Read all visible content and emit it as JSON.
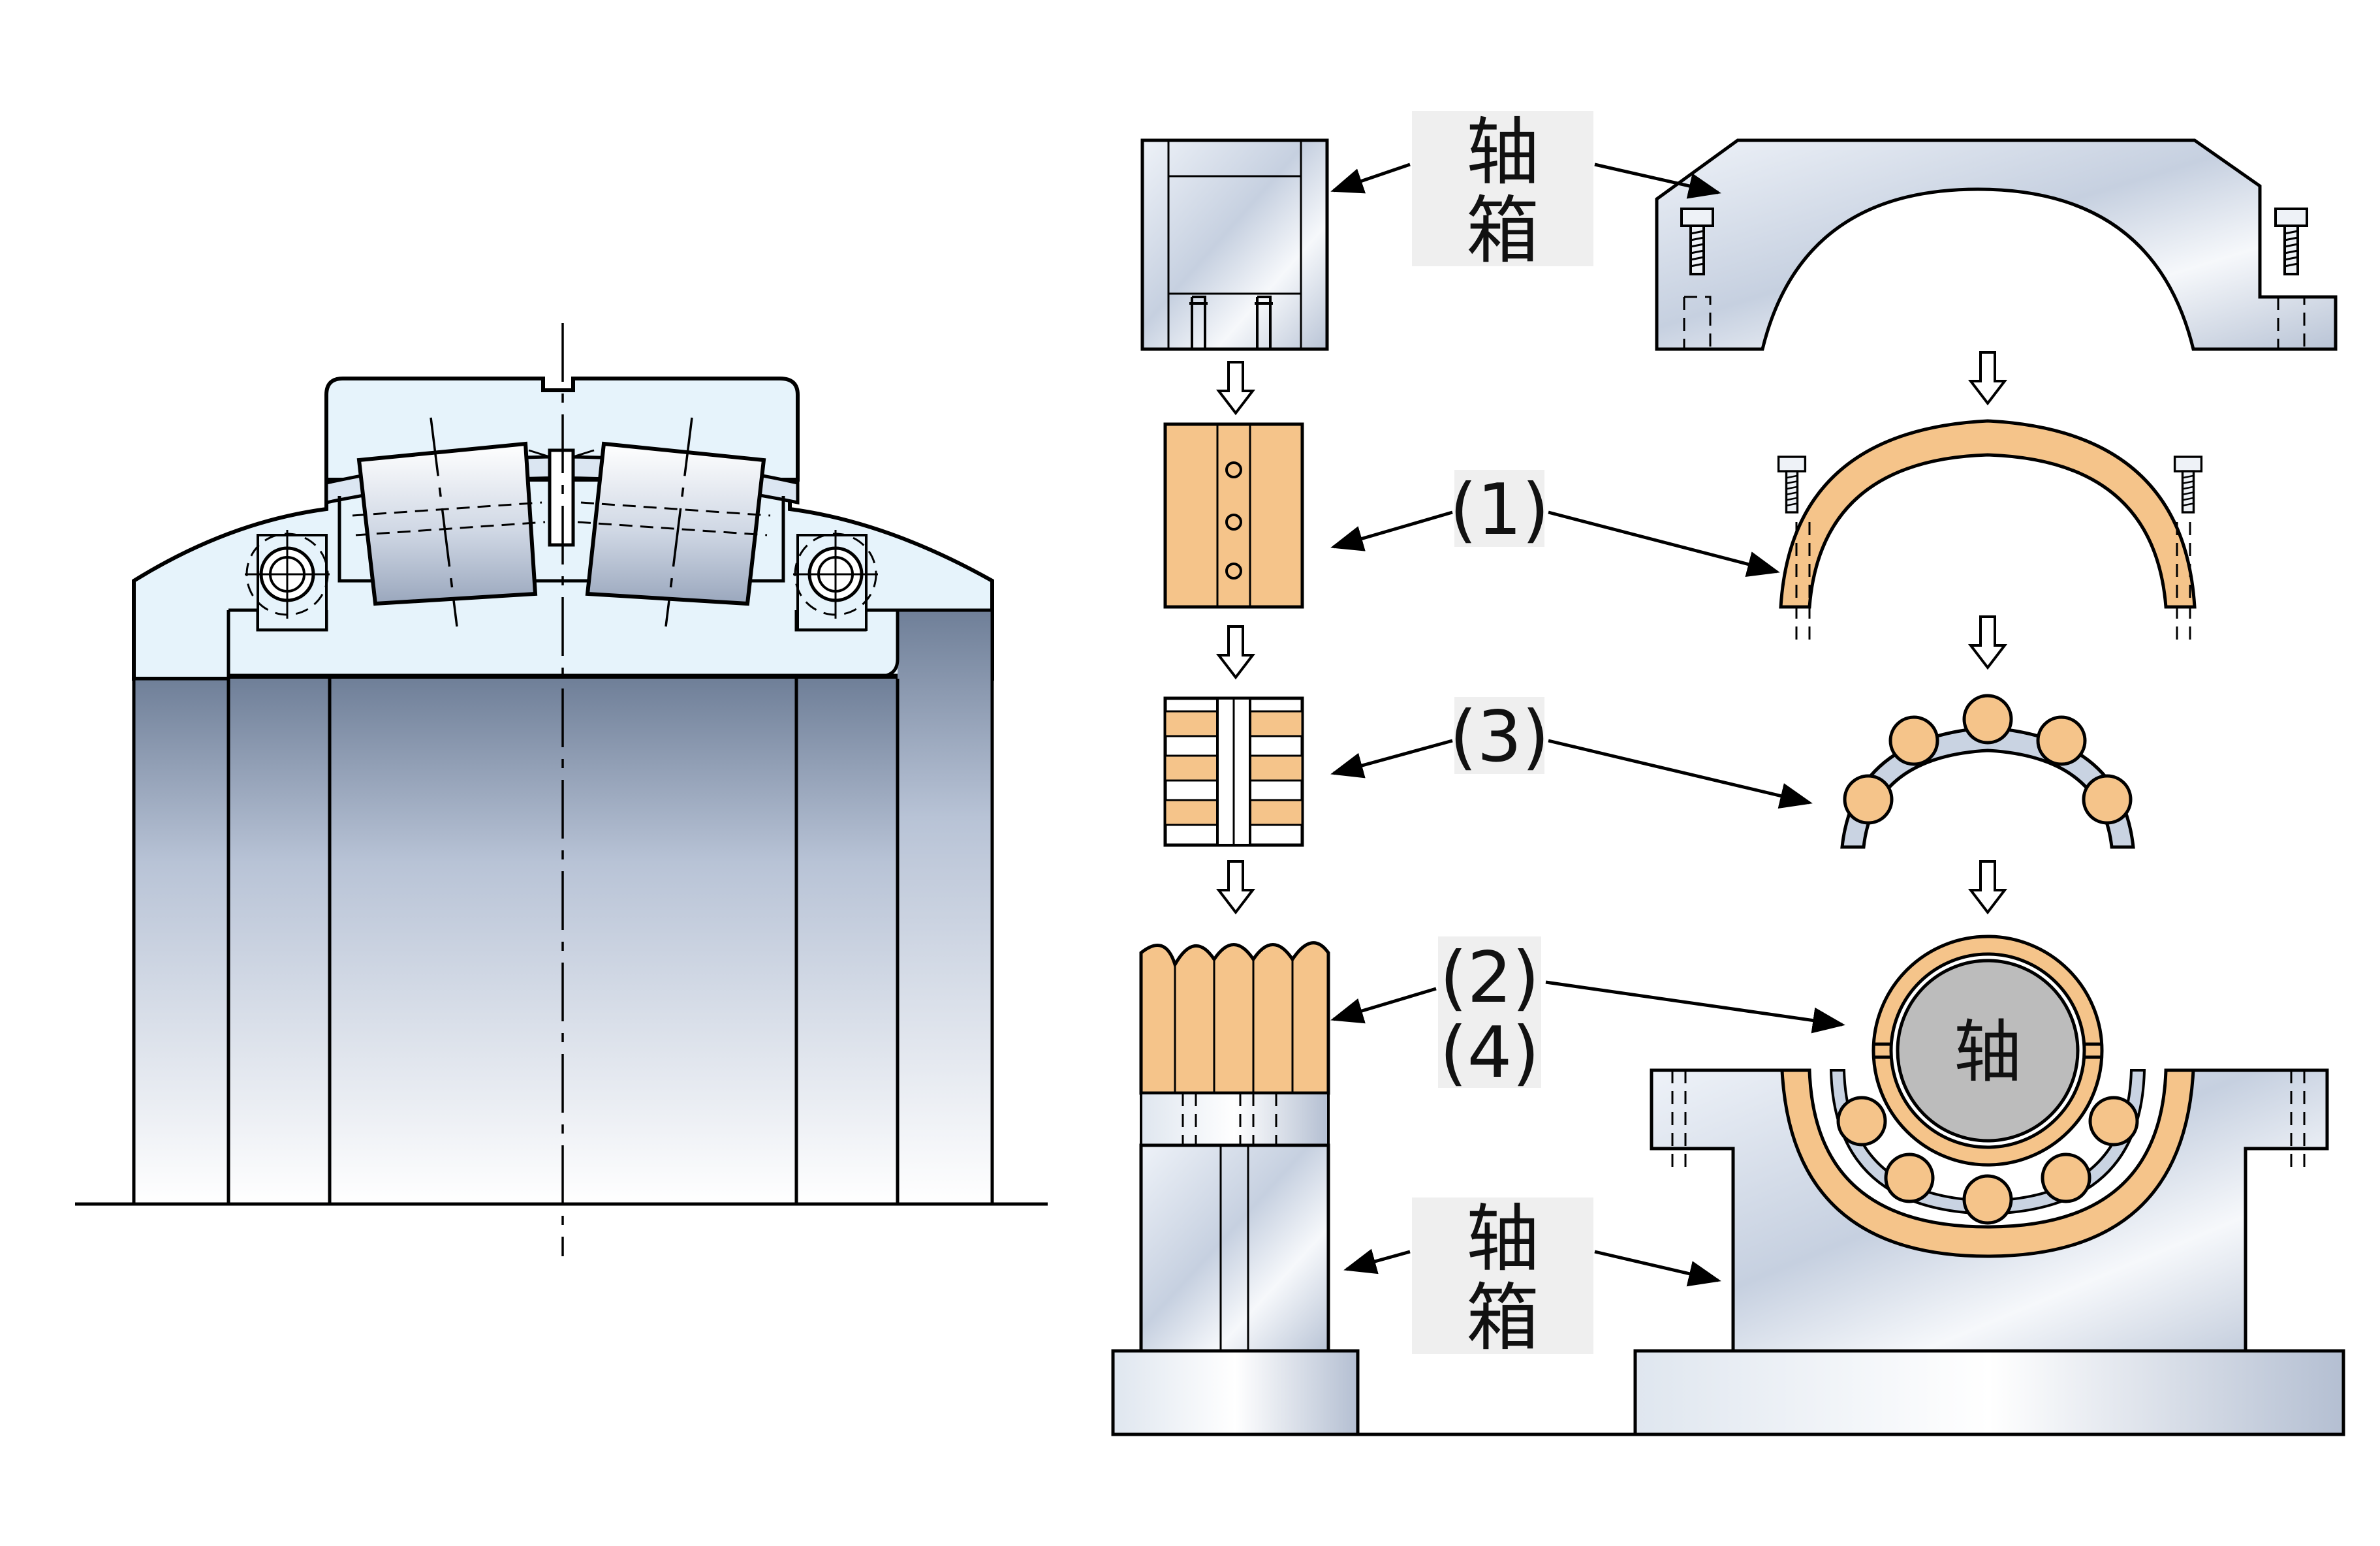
{
  "labels": {
    "housing_top": "轴\n箱",
    "housing_bottom": "轴\n箱",
    "part1": "(1)",
    "part3": "(3)",
    "part2": "(2)",
    "part4": "(4)",
    "shaft": "轴"
  },
  "colors": {
    "steel_light": "#f4f7fb",
    "steel_mid": "#c9d3e2",
    "steel_dark": "#6f7f98",
    "housing_fill": "#e6f3fb",
    "copper": "#f5c48a",
    "shaft_gray": "#bcbcbc",
    "label_box": "#efefef",
    "stroke": "#000000"
  },
  "icons": {
    "flow_arrow": "down-hollow-arrow",
    "leader": "leader-arrow"
  }
}
